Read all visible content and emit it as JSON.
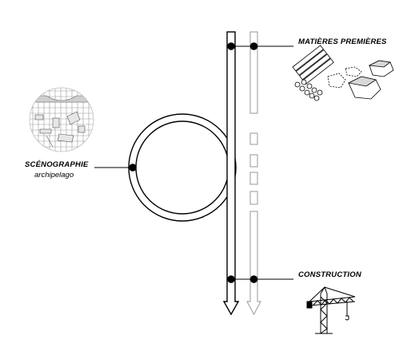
{
  "labels": {
    "raw_materials": "MATIÈRES PREMIÈRES",
    "scenography": "SCÉNOGRAPHIE",
    "scenography_sub": "archipelago",
    "construction": "CONSTRUCTION"
  },
  "colors": {
    "line": "#000000",
    "faded": "#a8a8a8",
    "background": "#ffffff"
  },
  "icons": [
    "log-pile-icon",
    "rocks-icon",
    "grid-circle-icon",
    "tower-crane-icon"
  ]
}
